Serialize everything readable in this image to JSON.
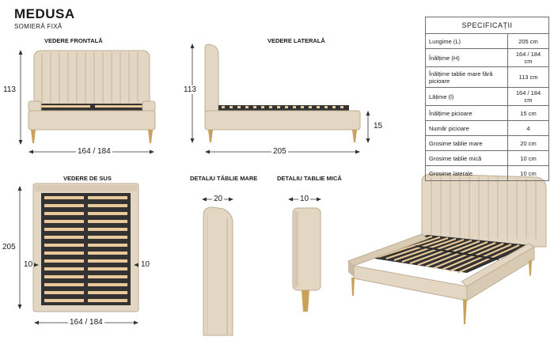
{
  "product": {
    "name": "MEDUSA",
    "subtitle": "SOMIERĂ FIXĂ"
  },
  "views": {
    "front": "VEDERE FRONTALĂ",
    "side": "VEDERE LATERALĂ",
    "top": "VEDERE DE SUS",
    "detail_large": "DETALIU TĂBLIE MARE",
    "detail_small": "DETALIU TABLIE MICĂ"
  },
  "dimensions": {
    "front_height": "113",
    "front_width": "164 / 184",
    "side_height": "113",
    "side_length": "205",
    "side_leg": "15",
    "top_length": "205",
    "top_side_left": "10",
    "top_side_right": "10",
    "top_width": "164 / 184",
    "detail_large_thickness": "20",
    "detail_small_thickness": "10"
  },
  "specs": {
    "title": "SPECIFICAȚII",
    "rows": [
      {
        "label": "Lungime (L)",
        "value": "205 cm"
      },
      {
        "label": "Înălțime (H)",
        "value": "164 / 184 cm"
      },
      {
        "label": "Înălțime tablie mare fără picioare",
        "value": "113 cm"
      },
      {
        "label": "Lățime (l)",
        "value": "164 / 184 cm"
      },
      {
        "label": "Înălțime picioare",
        "value": "15 cm"
      },
      {
        "label": "Număr picioare",
        "value": "4"
      },
      {
        "label": "Grosime tablie mare",
        "value": "20 cm"
      },
      {
        "label": "Grosime tablie mică",
        "value": "10 cm"
      },
      {
        "label": "Grosime laterale",
        "value": "10 cm"
      }
    ]
  },
  "colors": {
    "upholstery": "#e3d6c3",
    "upholstery_shadow": "#cbbba4",
    "legs": "#c9a25a",
    "slats": "#e9c99a",
    "frame_dark": "#2f2f2f"
  }
}
